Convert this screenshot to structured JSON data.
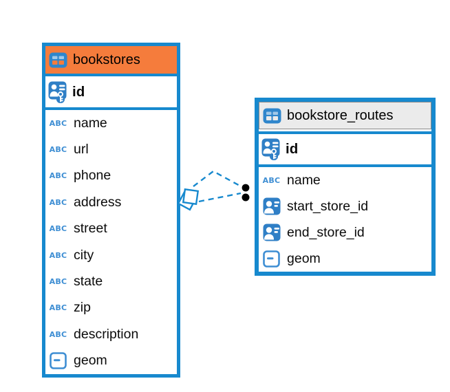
{
  "diagram_type": "database-er-diagram",
  "icons": {
    "text_type_label": "ABC"
  },
  "colors": {
    "table_border_blue": "#1789CE",
    "filled_icon_blue": "#2F7FC6",
    "type_icon_blue": "#3E8ED3",
    "bookstores_header_orange": "#F57C3C",
    "routes_header_gray": "#EBEBEB",
    "relationship_line_blue": "#1789CE",
    "marker_dot_black": "#000000"
  },
  "tables": {
    "bookstores": {
      "title": "bookstores",
      "primary_key": "id",
      "columns": [
        {
          "name": "name",
          "type": "text"
        },
        {
          "name": "url",
          "type": "text"
        },
        {
          "name": "phone",
          "type": "text"
        },
        {
          "name": "address",
          "type": "text"
        },
        {
          "name": "street",
          "type": "text"
        },
        {
          "name": "city",
          "type": "text"
        },
        {
          "name": "state",
          "type": "text"
        },
        {
          "name": "zip",
          "type": "text"
        },
        {
          "name": "description",
          "type": "text"
        },
        {
          "name": "geom",
          "type": "geometry"
        }
      ]
    },
    "bookstore_routes": {
      "title": "bookstore_routes",
      "primary_key": "id",
      "columns": [
        {
          "name": "name",
          "type": "text"
        },
        {
          "name": "start_store_id",
          "type": "reference"
        },
        {
          "name": "end_store_id",
          "type": "reference"
        },
        {
          "name": "geom",
          "type": "geometry"
        }
      ]
    }
  },
  "relationships": [
    {
      "from": "bookstores",
      "to": "bookstore_routes",
      "style": "dashed"
    },
    {
      "from": "bookstores",
      "to": "bookstore_routes",
      "style": "dashed"
    }
  ]
}
